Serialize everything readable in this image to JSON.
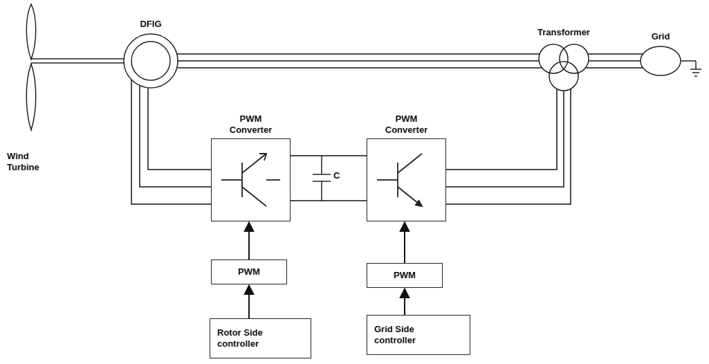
{
  "diagram": {
    "nodes": [
      {
        "text": [
          "DFIG"
        ]
      },
      {
        "text": [
          "Transformer"
        ]
      },
      {
        "text": [
          "Grid"
        ]
      },
      {
        "text": [
          "PWM Converter"
        ]
      },
      {
        "text": [
          "PWM Converter"
        ]
      },
      {
        "text": [
          "PWM"
        ]
      },
      {
        "text": [
          "PWM"
        ]
      },
      {
        "text": [
          "Rotor Side controller"
        ]
      },
      {
        "text": [
          "Grid Side controller"
        ]
      }
    ],
    "edges": [
      {
        "from": 0,
        "to": 1,
        "arrow": "none"
      },
      {
        "from": 1,
        "to": 2,
        "arrow": "none"
      },
      {
        "from": 0,
        "to": 3,
        "arrow": "none"
      },
      {
        "from": 3,
        "to": 4,
        "arrow": "none"
      },
      {
        "from": 4,
        "to": 1,
        "arrow": "none"
      },
      {
        "from": 5,
        "to": 3,
        "arrow": "to"
      },
      {
        "from": 7,
        "to": 5,
        "arrow": "to"
      },
      {
        "from": 6,
        "to": 4,
        "arrow": "to"
      },
      {
        "from": 8,
        "to": 6,
        "arrow": "to"
      }
    ],
    "labels": [
      "Wind Turbine",
      "C"
    ]
  }
}
